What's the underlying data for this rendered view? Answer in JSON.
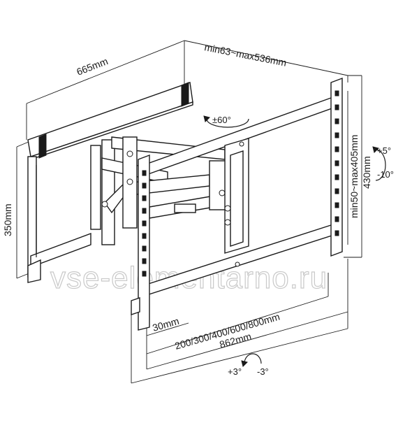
{
  "dimensions": {
    "depth_range": "min63~max536mm",
    "width_arm": "665mm",
    "height_plate": "350mm",
    "height_bracket": "430mm",
    "vesa_height": "min50~max405mm",
    "vesa_width": "200/300/400/600/800mm",
    "total_width": "862mm",
    "offset": "30mm"
  },
  "angles": {
    "swivel": "±60°",
    "tilt_up": "+5°",
    "tilt_down": "-10°",
    "level_plus": "+3°",
    "level_minus": "-3°"
  },
  "watermark": "vse-elementarno.ru",
  "colors": {
    "line": "#1a1a1a",
    "watermark": "#c9c9c9",
    "background": "#ffffff"
  }
}
